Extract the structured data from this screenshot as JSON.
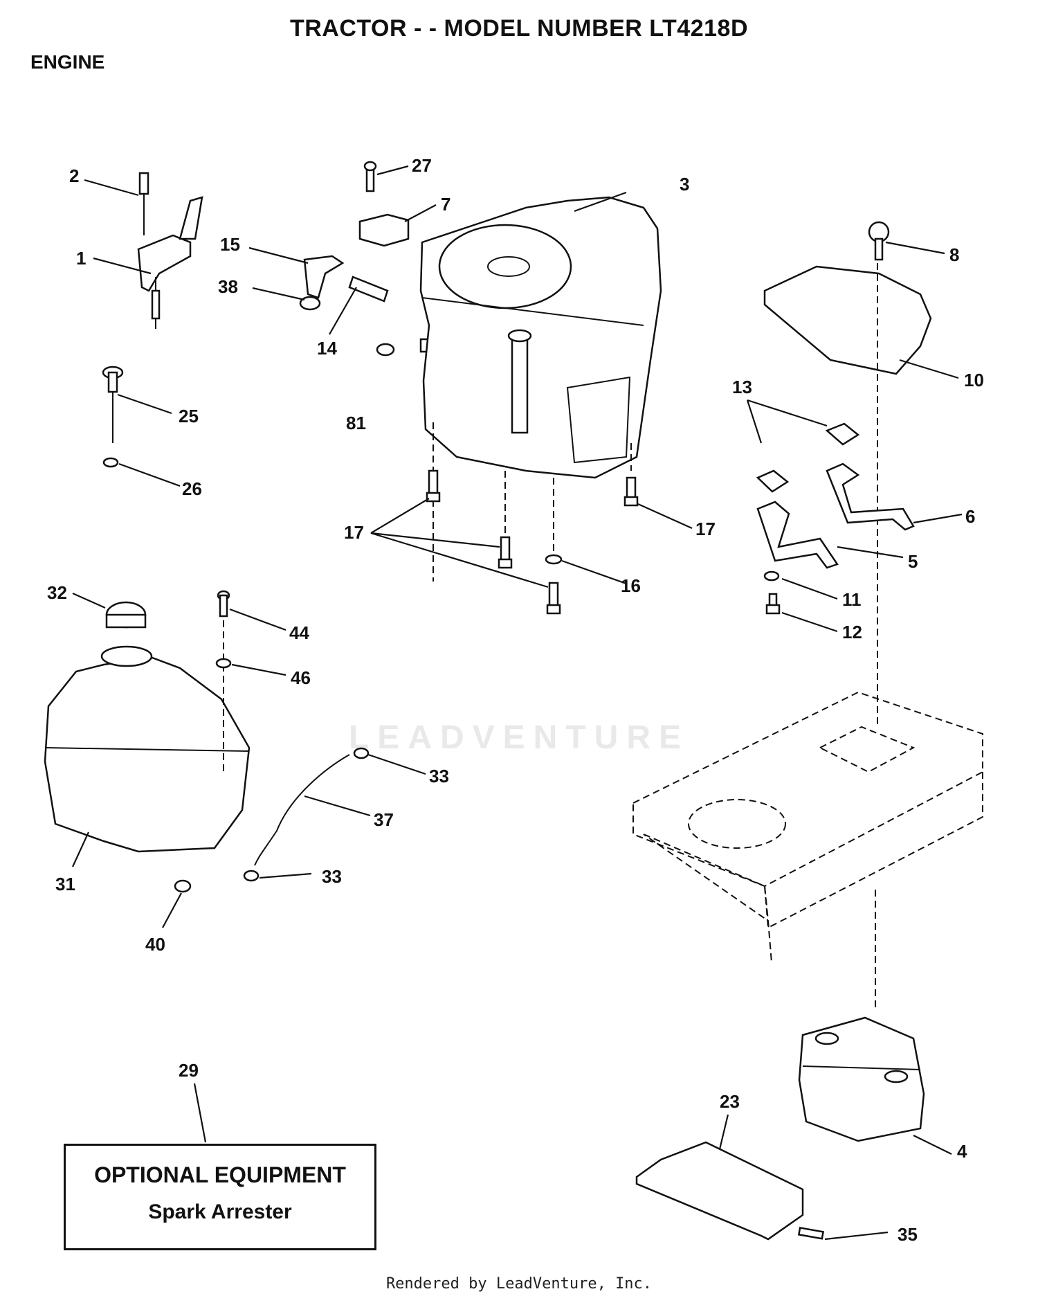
{
  "title": "TRACTOR - - MODEL NUMBER LT4218D",
  "section": "ENGINE",
  "optional_box": {
    "line1": "OPTIONAL EQUIPMENT",
    "line2": "Spark Arrester"
  },
  "watermark": "LEADVENTURE",
  "footer": "Rendered by LeadVenture, Inc.",
  "callouts": {
    "c1": "1",
    "c2": "2",
    "c3": "3",
    "c4": "4",
    "c5": "5",
    "c6": "6",
    "c7": "7",
    "c8": "8",
    "c10": "10",
    "c11": "11",
    "c12": "12",
    "c13": "13",
    "c14": "14",
    "c15": "15",
    "c16": "16",
    "c17a": "17",
    "c17b": "17",
    "c23": "23",
    "c25": "25",
    "c26": "26",
    "c27": "27",
    "c29": "29",
    "c31": "31",
    "c32": "32",
    "c33a": "33",
    "c33b": "33",
    "c35": "35",
    "c37": "37",
    "c38": "38",
    "c40": "40",
    "c44": "44",
    "c46": "46",
    "c81": "81"
  }
}
